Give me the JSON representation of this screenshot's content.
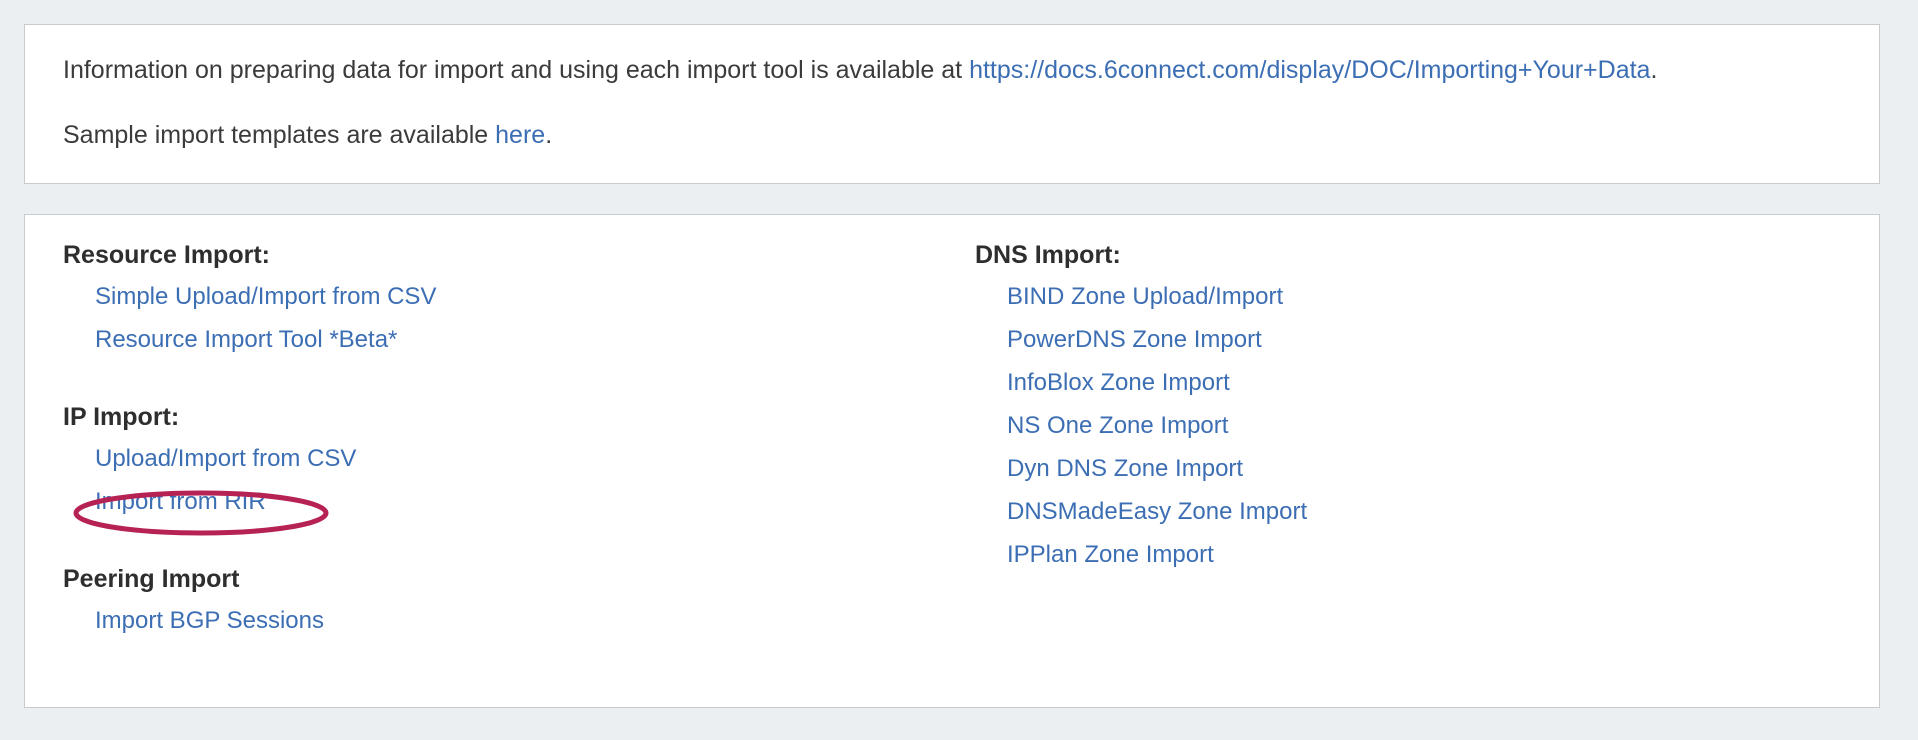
{
  "info_panel": {
    "line1": {
      "prefix": "Information on preparing data for import and using each import tool is available at ",
      "link_text": "https://docs.6connect.com/display/DOC/Importing+Your+Data",
      "suffix": "."
    },
    "line2": {
      "prefix": "Sample import templates are available ",
      "link_text": "here",
      "suffix": "."
    }
  },
  "import_panel": {
    "left_column": [
      {
        "title": "Resource Import:",
        "links": [
          "Simple Upload/Import from CSV",
          "Resource Import Tool *Beta*"
        ]
      },
      {
        "title": "IP Import:",
        "links": [
          "Upload/Import from CSV",
          "Import from RIR"
        ]
      },
      {
        "title": "Peering Import",
        "links": [
          "Import BGP Sessions"
        ]
      }
    ],
    "right_column": [
      {
        "title": "DNS Import:",
        "links": [
          "BIND Zone Upload/Import",
          "PowerDNS Zone Import",
          "InfoBlox Zone Import",
          "NS One Zone Import",
          "Dyn DNS Zone Import",
          "DNSMadeEasy Zone Import",
          "IPPlan Zone Import"
        ]
      }
    ]
  },
  "annotation": {
    "target_label": "Import from RIR",
    "shape": "ellipse",
    "color": "#b72254"
  },
  "colors": {
    "page_background": "#eceff1",
    "panel_background": "#ffffff",
    "panel_border": "#c8ccce",
    "link": "#3c6eb4",
    "heading": "#2e2e2e",
    "body_text": "#3b3b3b",
    "annotation": "#b72254"
  }
}
